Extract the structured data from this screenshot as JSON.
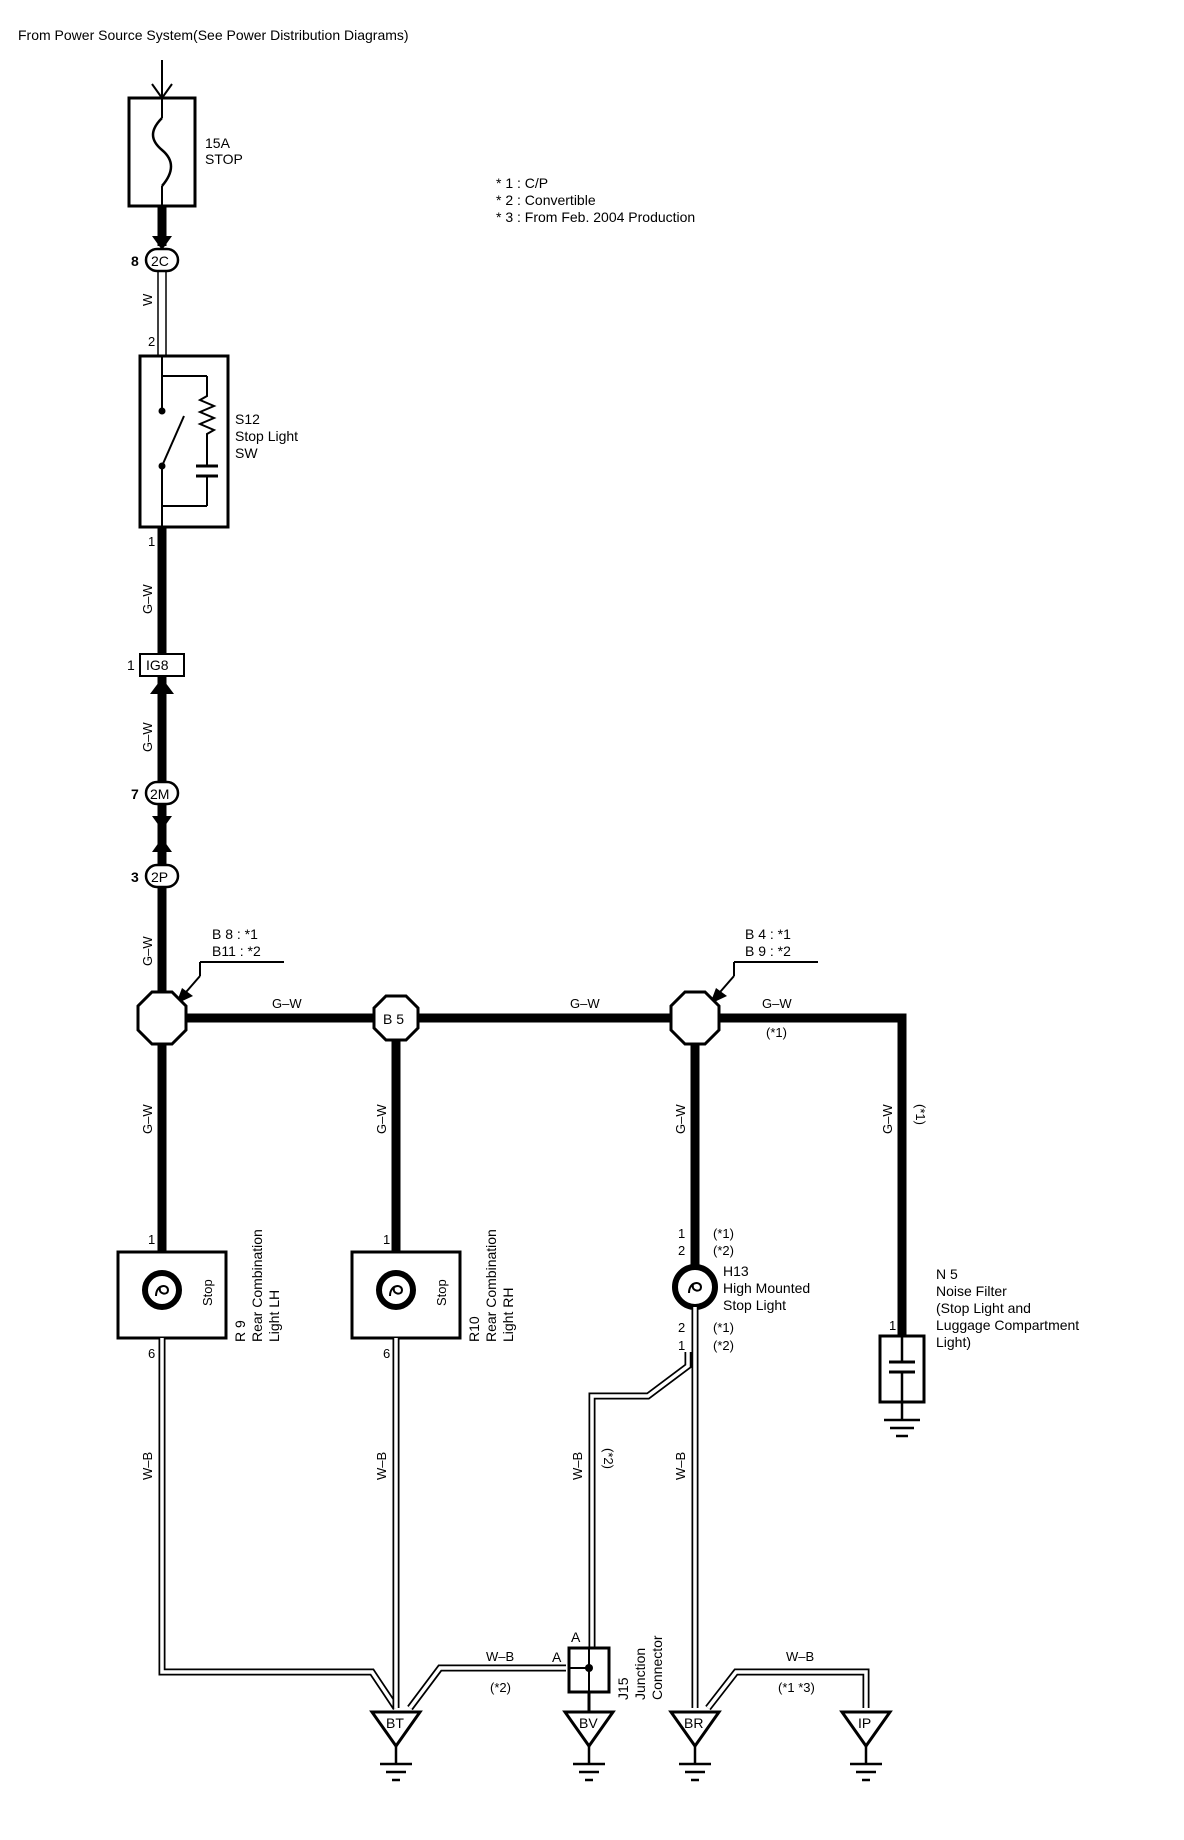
{
  "header": {
    "source_text": "From Power Source System(See Power Distribution Diagrams)"
  },
  "notes": {
    "n1": "* 1 : C/P",
    "n2": "* 2 : Convertible",
    "n3": "* 3 : From Feb.  2004 Production"
  },
  "fuse": {
    "rating": "15A",
    "name": "STOP"
  },
  "connectors": {
    "c2C": {
      "id": "2C",
      "pin": "8"
    },
    "cIG8": {
      "id": "IG8",
      "pin": "1"
    },
    "c2M": {
      "id": "2M",
      "pin": "7"
    },
    "c2P": {
      "id": "2P",
      "pin": "3"
    },
    "cB5": {
      "id": "B 5"
    }
  },
  "switch": {
    "id": "S12",
    "line1": "Stop Light",
    "line2": "SW",
    "pin_top": "2",
    "pin_bottom": "1"
  },
  "junctions": {
    "left_l1": "B 8 : *1",
    "left_l2": "B11 : *2",
    "right_l1": "B 4 : *1",
    "right_l2": "B 9 : *2"
  },
  "wires": {
    "w": "W",
    "gw": "G–W",
    "wb": "W–B",
    "star1": "(*1)",
    "star2": "(*2)",
    "star_rot1": "(*1)",
    "star13": "(*1 *3)"
  },
  "lights": {
    "lh": {
      "id": "R 9",
      "line1": "Rear Combination",
      "line2": "Light LH",
      "func": "Stop",
      "pin_top": "1",
      "pin_bottom": "6"
    },
    "rh": {
      "id": "R10",
      "line1": "Rear Combination",
      "line2": "Light RH",
      "func": "Stop",
      "pin_top": "1",
      "pin_bottom": "6"
    },
    "hm": {
      "id": "H13",
      "line1": "High Mounted",
      "line2": "Stop Light",
      "pin_t1": "1",
      "pin_t1_note": "(*1)",
      "pin_t2": "2",
      "pin_t2_note": "(*2)",
      "pin_b1": "2",
      "pin_b1_note": "(*1)",
      "pin_b2": "1",
      "pin_b2_note": "(*2)"
    }
  },
  "filter": {
    "id": "N 5",
    "line1": "Noise Filter",
    "line2": "(Stop Light and",
    "line3": " Luggage Compartment",
    "line4": " Light)",
    "pin": "1"
  },
  "junction_connector": {
    "id": "J15",
    "line1": "Junction",
    "line2": "Connector",
    "pin_top": "A",
    "pin_left": "A"
  },
  "grounds": {
    "bt": "BT",
    "bv": "BV",
    "br": "BR",
    "ip": "IP"
  }
}
